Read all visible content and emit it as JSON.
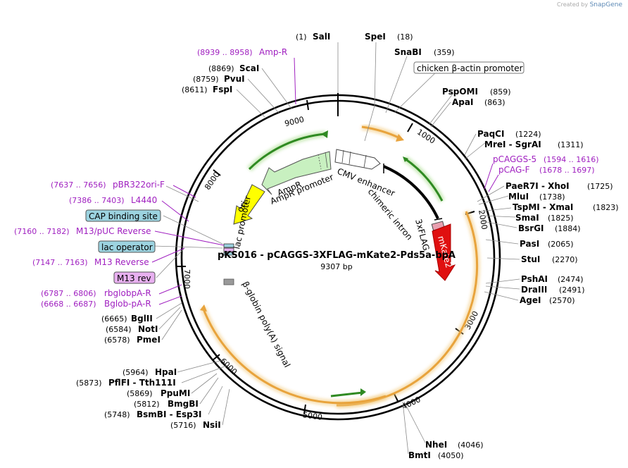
{
  "watermark": {
    "prefix": "Created by",
    "brand": "SnapGene"
  },
  "title": {
    "name": "pKS016 - pCAGGS-3XFLAG-mKate2-Pds5a-bpA",
    "length": "9307 bp"
  },
  "backbone": {
    "color": "#000000",
    "ticks": [
      "1000",
      "2000",
      "3000",
      "4000",
      "5000",
      "6000",
      "7000",
      "8000",
      "9000"
    ]
  },
  "enzymes": {
    "top": [
      {
        "name": "SalI",
        "pos": "(1)"
      },
      {
        "name": "SpeI",
        "pos": "(18)"
      },
      {
        "name": "SnaBI",
        "pos": "(359)"
      }
    ],
    "right": [
      {
        "name": "PspOMI",
        "pos": "(859)"
      },
      {
        "name": "ApaI",
        "pos": "(863)"
      },
      {
        "name": "PaqCI",
        "pos": "(1224)"
      },
      {
        "name": "MreI - SgrAI",
        "pos": "(1311)"
      },
      {
        "name": "PaeR7I - XhoI",
        "pos": "(1725)"
      },
      {
        "name": "MluI",
        "pos": "(1738)"
      },
      {
        "name": "TspMI - XmaI",
        "pos": "(1823)"
      },
      {
        "name": "SmaI",
        "pos": "(1825)"
      },
      {
        "name": "BsrGI",
        "pos": "(1884)"
      },
      {
        "name": "PasI",
        "pos": "(2065)"
      },
      {
        "name": "StuI",
        "pos": "(2270)"
      },
      {
        "name": "PshAI",
        "pos": "(2474)"
      },
      {
        "name": "DraIII",
        "pos": "(2491)"
      },
      {
        "name": "AgeI",
        "pos": "(2570)"
      }
    ],
    "bottom": [
      {
        "name": "NheI",
        "pos": "(4046)"
      },
      {
        "name": "BmtI",
        "pos": "(4050)"
      }
    ],
    "left": [
      {
        "name": "ScaI",
        "pos": "(8869)"
      },
      {
        "name": "PvuI",
        "pos": "(8759)"
      },
      {
        "name": "FspI",
        "pos": "(8611)"
      },
      {
        "name": "BglII",
        "pos": "(6665)"
      },
      {
        "name": "NotI",
        "pos": "(6584)"
      },
      {
        "name": "PmeI",
        "pos": "(6578)"
      },
      {
        "name": "HpaI",
        "pos": "(5964)"
      },
      {
        "name": "PflFI - Tth111I",
        "pos": "(5873)"
      },
      {
        "name": "PpuMI",
        "pos": "(5869)"
      },
      {
        "name": "BmgBI",
        "pos": "(5812)"
      },
      {
        "name": "BsmBI - Esp3I",
        "pos": "(5748)"
      },
      {
        "name": "NsiI",
        "pos": "(5716)"
      }
    ]
  },
  "primers": [
    {
      "name": "Amp-R",
      "range": "(8939 .. 8958)"
    },
    {
      "name": "pCAGGS-5",
      "range": "(1594 .. 1616)"
    },
    {
      "name": "pCAG-F",
      "range": "(1678 .. 1697)"
    },
    {
      "name": "pBR322ori-F",
      "range": "(7637 .. 7656)"
    },
    {
      "name": "L4440",
      "range": "(7386 .. 7403)"
    },
    {
      "name": "M13/pUC Reverse",
      "range": "(7160 .. 7182)"
    },
    {
      "name": "M13 Reverse",
      "range": "(7147 .. 7163)"
    },
    {
      "name": "rbglobpA-R",
      "range": "(6787 .. 6806)"
    },
    {
      "name": "Bglob-pA-R",
      "range": "(6668 .. 6687)"
    }
  ],
  "boxed_features": [
    {
      "name": "chicken β-actin promoter",
      "style": "promoter"
    },
    {
      "name": "CAP binding site",
      "style": "protein-bind"
    },
    {
      "name": "lac operator",
      "style": "protein-bind"
    },
    {
      "name": "M13 rev",
      "style": "primer-bind"
    }
  ],
  "inner_features": {
    "cmv": "CMV enhancer",
    "intron": "chimeric intron",
    "flag": "3xFLAG",
    "mkate": "mKate2",
    "ampr": "AmpR",
    "ampr_promoter": "AmpR promoter",
    "ori": "ori",
    "lac_promoter": "lac promoter",
    "polya": "β-globin poly(A) signal"
  },
  "colors": {
    "enzyme": "#000000",
    "position": "#000000",
    "primer": "#a020c0",
    "orf": "#e8a33c",
    "orf_arrow": "#2f8a22",
    "ampr": "#c8f0c0",
    "ori": "#ffff00",
    "mkate": "#e01010",
    "protein_bind": "#9cd3e0",
    "primer_bind": "#e8b0f0"
  }
}
